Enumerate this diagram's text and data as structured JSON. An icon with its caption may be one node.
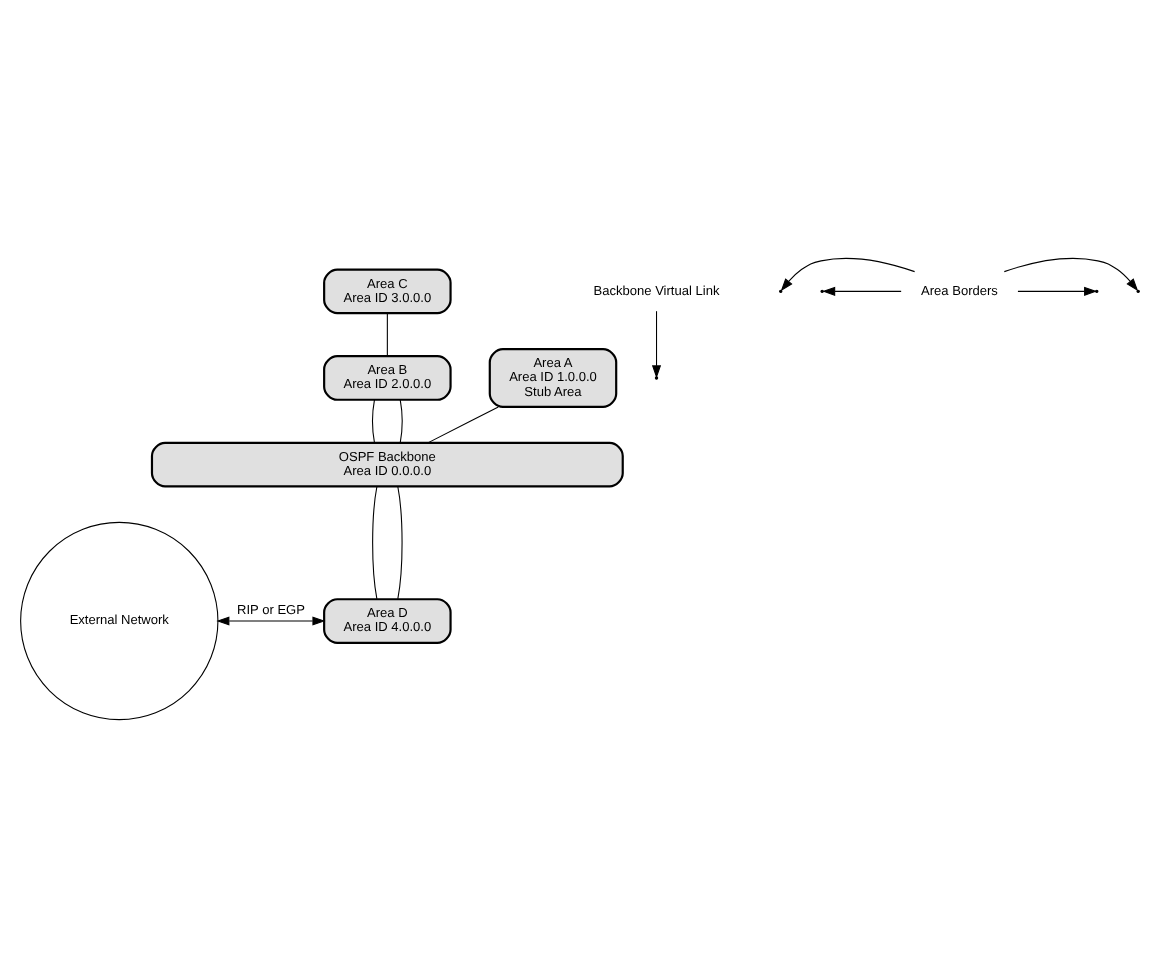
{
  "diagram": {
    "nodes": [
      {
        "text": [
          "Area C",
          "Area ID 3.0.0.0"
        ]
      },
      {
        "text": [
          "Backbone Virtual Link"
        ]
      },
      {
        "text": [
          "Area A",
          "Area ID 1.0.0.0",
          "Stub Area"
        ]
      },
      {
        "text": [
          "Area B",
          "Area ID 2.0.0.0"
        ]
      },
      {
        "text": [
          "Area Borders"
        ]
      },
      {
        "text": [
          "OSPF Backbone",
          "Area ID 0.0.0.0"
        ]
      },
      {
        "text": [
          "External Network"
        ]
      },
      {
        "text": [
          "Area D",
          "Area ID 4.0.0.0"
        ]
      }
    ],
    "edges": [
      {
        "from": 0,
        "to": 3,
        "arrow": "none"
      },
      {
        "from": 1,
        "to": null,
        "arrow": "to"
      },
      {
        "from": 2,
        "to": 5,
        "arrow": "none"
      },
      {
        "from": 3,
        "to": 5,
        "arrow": "none"
      },
      {
        "from": 3,
        "to": 5,
        "arrow": "none"
      },
      {
        "from": 4,
        "to": null,
        "arrow": "to"
      },
      {
        "from": 4,
        "to": null,
        "arrow": "to"
      },
      {
        "from": 4,
        "to": null,
        "arrow": "to"
      },
      {
        "from": 4,
        "to": null,
        "arrow": "to"
      },
      {
        "from": 5,
        "to": 7,
        "arrow": "none"
      },
      {
        "from": 5,
        "to": 7,
        "arrow": "none"
      },
      {
        "from": 6,
        "to": 7,
        "arrow": "both",
        "label": "RIP or EGP"
      }
    ]
  }
}
